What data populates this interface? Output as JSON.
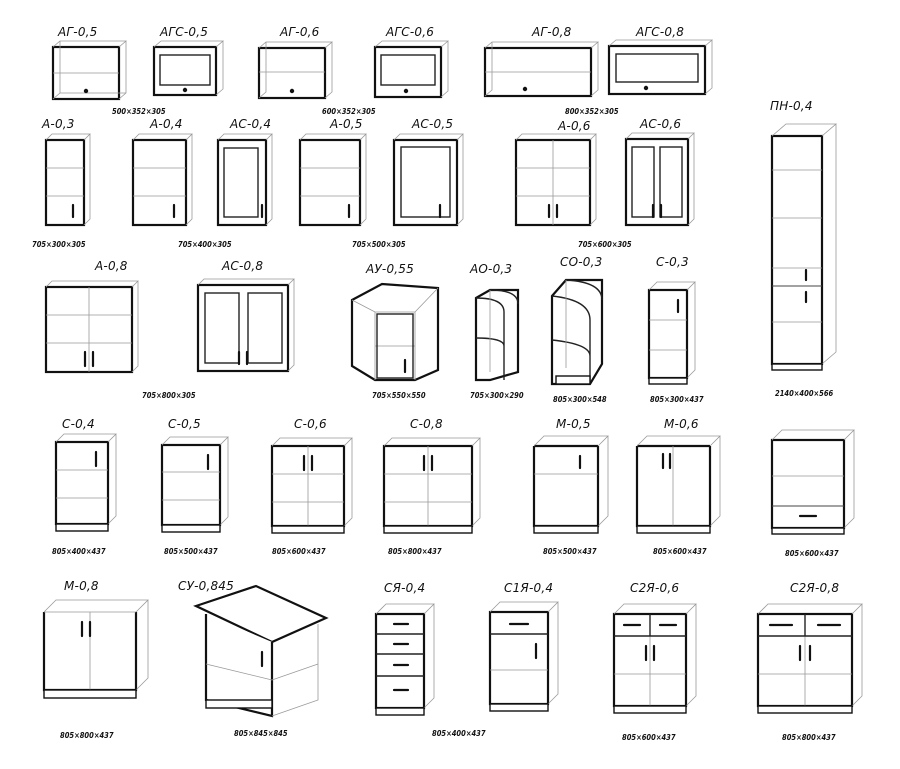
{
  "catalog": {
    "wall_gas": [
      {
        "label": "АГ-0,5",
        "dims": ""
      },
      {
        "label": "АГС-0,5",
        "dims": "500×352×305"
      },
      {
        "label": "АГ-0,6",
        "dims": ""
      },
      {
        "label": "АГС-0,6",
        "dims": "600×352×305"
      },
      {
        "label": "АГ-0,8",
        "dims": ""
      },
      {
        "label": "АГС-0,8",
        "dims": "800×352×305"
      }
    ],
    "wall": [
      {
        "label": "А-0,3",
        "dims": "705×300×305"
      },
      {
        "label": "А-0,4",
        "dims": ""
      },
      {
        "label": "АС-0,4",
        "dims": "705×400×305"
      },
      {
        "label": "А-0,5",
        "dims": ""
      },
      {
        "label": "АС-0,5",
        "dims": "705×500×305"
      },
      {
        "label": "А-0,6",
        "dims": ""
      },
      {
        "label": "АС-0,6",
        "dims": "705×600×305"
      }
    ],
    "tall": {
      "label": "ПН-0,4",
      "dims": "2140×400×566"
    },
    "wall_wide": [
      {
        "label": "А-0,8",
        "dims": ""
      },
      {
        "label": "АС-0,8",
        "dims": "705×800×305"
      },
      {
        "label": "АУ-0,55",
        "dims": "705×550×550"
      },
      {
        "label": "АО-0,3",
        "dims": "705×300×290"
      },
      {
        "label": "СО-0,3",
        "dims": "805×300×548"
      },
      {
        "label": "С-0,3",
        "dims": "805×300×437"
      }
    ],
    "base": [
      {
        "label": "С-0,4",
        "dims": "805×400×437"
      },
      {
        "label": "С-0,5",
        "dims": "805×500×437"
      },
      {
        "label": "С-0,6",
        "dims": "805×600×437"
      },
      {
        "label": "С-0,8",
        "dims": "805×800×437"
      },
      {
        "label": "М-0,5",
        "dims": "805×500×437"
      },
      {
        "label": "М-0,6",
        "dims": "805×600×437"
      },
      {
        "label": "",
        "dims": "805×600×437"
      }
    ],
    "base_bottom": [
      {
        "label": "М-0,8",
        "dims": "805×800×437"
      },
      {
        "label": "СУ-0,845",
        "dims": "805×845×845"
      },
      {
        "label": "СЯ-0,4",
        "dims": "805×400×437"
      },
      {
        "label": "С1Я-0,4",
        "dims": ""
      },
      {
        "label": "С2Я-0,6",
        "dims": "805×600×437"
      },
      {
        "label": "С2Я-0,8",
        "dims": "805×800×437"
      }
    ]
  }
}
